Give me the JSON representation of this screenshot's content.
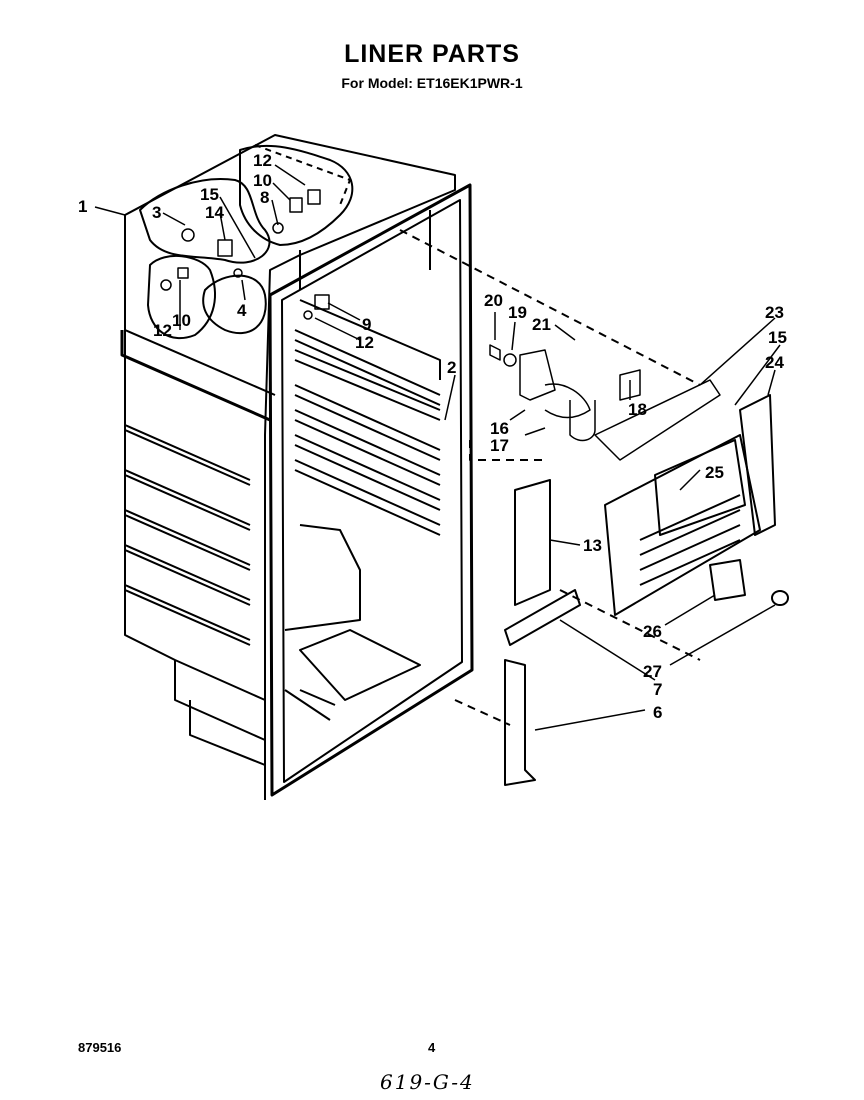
{
  "title": "LINER PARTS",
  "subtitle": "For Model: ET16EK1PWR-1",
  "footer": {
    "doc_number": "879516",
    "page_number": "4",
    "handwritten_note": "619-G-4"
  },
  "callouts": [
    "1",
    "3",
    "15",
    "14",
    "12",
    "10",
    "8",
    "12",
    "10",
    "4",
    "9",
    "12",
    "2",
    "20",
    "19",
    "21",
    "23",
    "15",
    "24",
    "18",
    "16",
    "17",
    "25",
    "13",
    "26",
    "27",
    "7",
    "6"
  ]
}
